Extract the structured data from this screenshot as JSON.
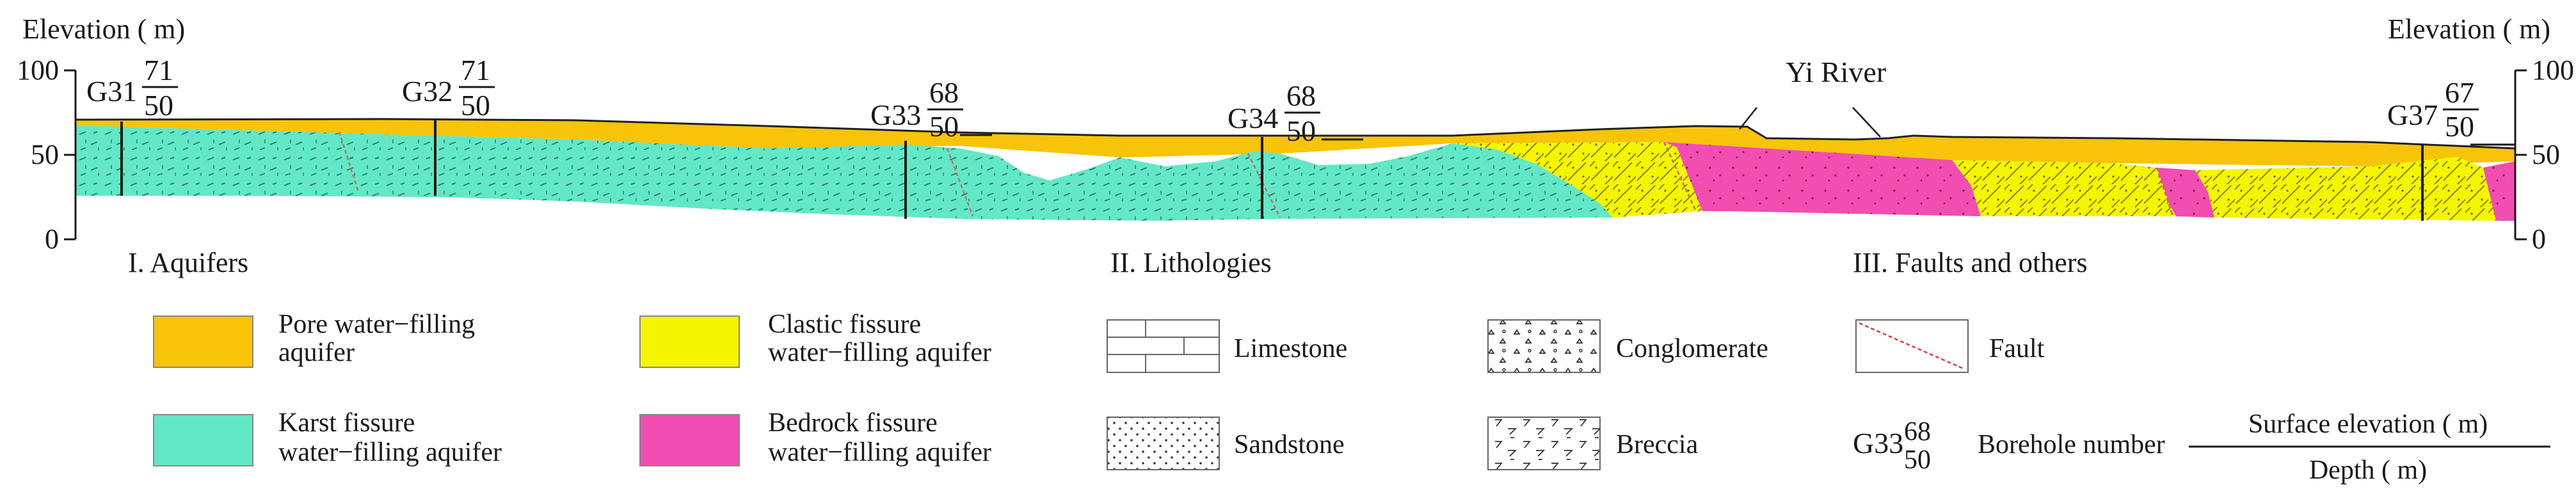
{
  "axes": {
    "left_title": "Elevation ( m)",
    "right_title": "Elevation  ( m)",
    "ticks": [
      "100",
      "50",
      "0"
    ]
  },
  "river_label": "Yi River",
  "boreholes": [
    {
      "id": "G31",
      "elev": "71",
      "depth": "50"
    },
    {
      "id": "G32",
      "elev": "71",
      "depth": "50"
    },
    {
      "id": "G33",
      "elev": "68",
      "depth": "50"
    },
    {
      "id": "G34",
      "elev": "68",
      "depth": "50"
    },
    {
      "id": "G37",
      "elev": "67",
      "depth": "50"
    }
  ],
  "legend": {
    "aquifers_title": "I. Aquifers",
    "lithologies_title": "II. Lithologies",
    "faults_title": "III. Faults and others",
    "pore_1": "Pore water−filling",
    "pore_2": "aquifer",
    "clastic_1": "Clastic fissure",
    "clastic_2": "water−filling aquifer",
    "karst_1": "Karst fissure",
    "karst_2": "water−filling aquifer",
    "bedrock_1": "Bedrock fissure",
    "bedrock_2": "water−filling aquifer",
    "limestone": "Limestone",
    "sandstone": "Sandstone",
    "conglomerate": "Conglomerate",
    "breccia": "Breccia",
    "fault": "Fault",
    "borehole_id": "G33",
    "borehole_elev": "68",
    "borehole_depth": "50",
    "borehole_number": "Borehole number",
    "surface_elevation": "Surface elevation ( m)",
    "depth": "Depth ( m)"
  },
  "colors": {
    "pore": "#f7c40a",
    "clastic": "#f5f500",
    "karst": "#62e8c6",
    "bedrock": "#f24db0"
  }
}
